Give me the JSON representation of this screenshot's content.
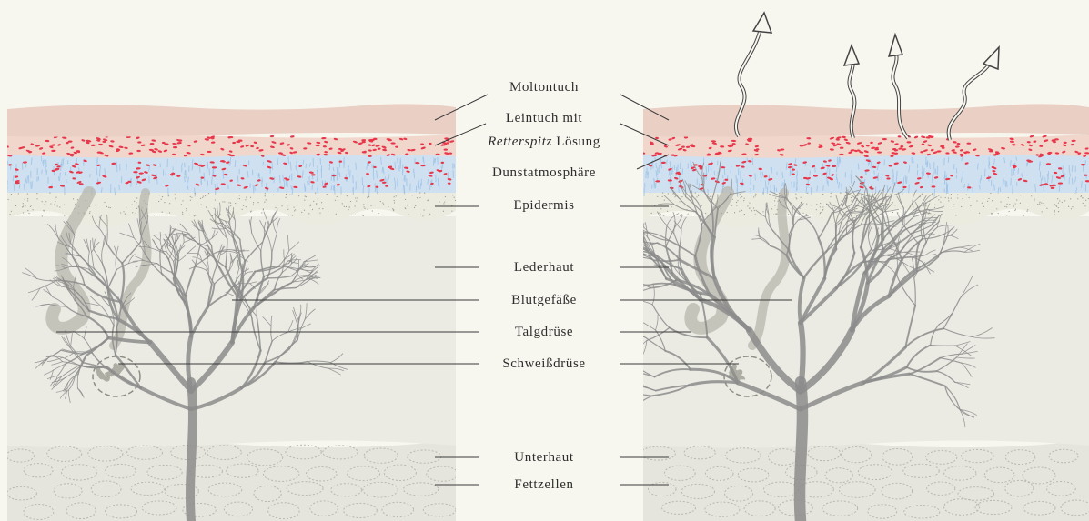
{
  "labels": {
    "moltontuch": "Moltontuch",
    "leintuch_line1": "Leintuch mit",
    "leintuch_italic": "Retterspitz",
    "leintuch_rest": " Lösung",
    "dunstatmosphaere": "Dunstatmosphäre",
    "epidermis": "Epidermis",
    "lederhaut": "Lederhaut",
    "blutgefaesse": "Blutgefäße",
    "talgdruese": "Talgdrüse",
    "schweissdruese": "Schweißdrüse",
    "unterhaut": "Unterhaut",
    "fettzellen": "Fettzellen"
  },
  "colors": {
    "background": "#f8f7ef",
    "molton": "#e9cfc4",
    "leintuch": "#f1d6cc",
    "dots": "#e8364a",
    "vapor": "#cfe0f0",
    "vapor_strokes": "#9dc3e6",
    "epidermis": "#ecebe0",
    "dermis": "#ebeae3",
    "subcutis": "#e6e5dd",
    "vessel": "#8c8c8c",
    "line": "#3a3a3a",
    "arrow": "#444444"
  },
  "icons": {
    "evaporation_arrow": "wavy-up-arrow-icon"
  }
}
